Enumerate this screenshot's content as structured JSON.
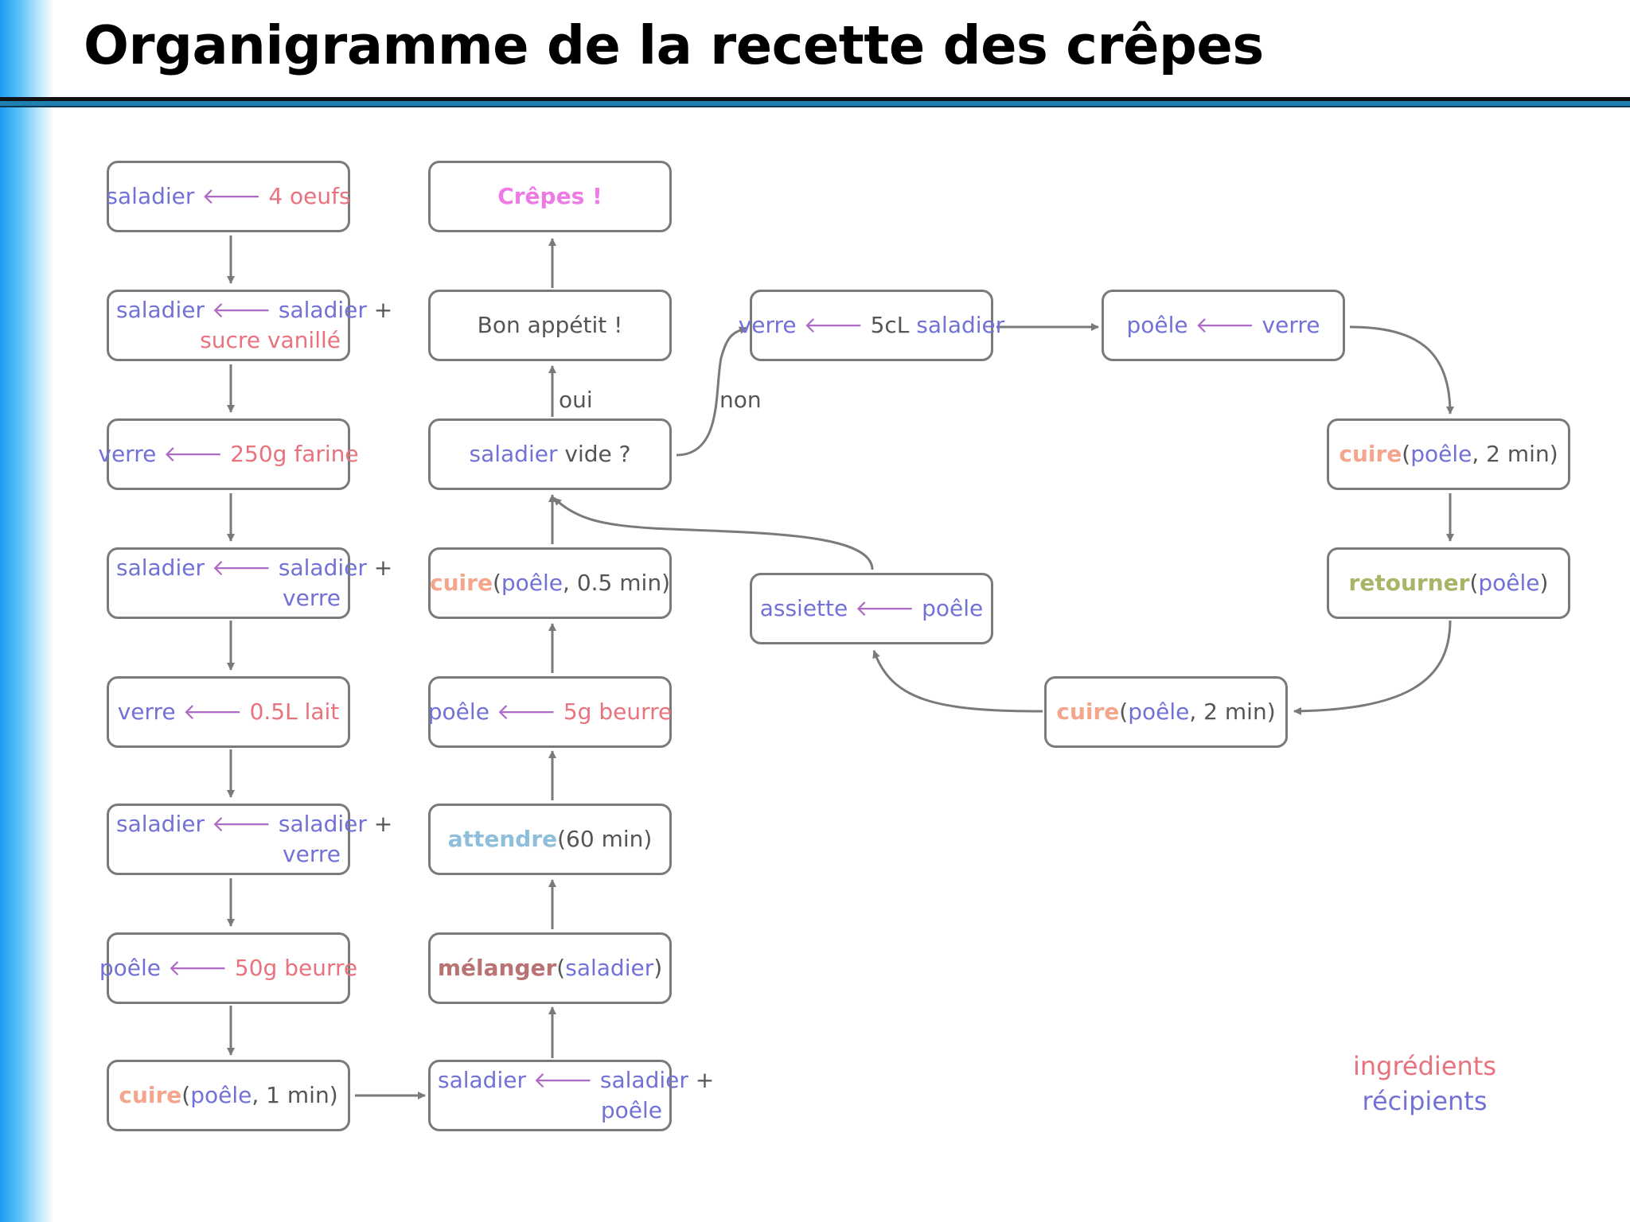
{
  "title": "Organigramme de la recette des crêpes",
  "colors": {
    "recipient": "#7171d6",
    "ingredient": "#e8727d",
    "arrow_glyph": "#b06bc7",
    "cuire": "#f4a58c",
    "retourner": "#a7b566",
    "attendre": "#8fbedc",
    "melanger": "#b87274",
    "crepes": "#ee7ae6",
    "connector": "#7a7a7a"
  },
  "arrow_glyph": "🡐",
  "nodes": {
    "n1": {
      "a": "saladier",
      "b": "4 oeufs"
    },
    "n2": {
      "a": "saladier",
      "b": "saladier",
      "plus": "+",
      "c": "sucre vanillé"
    },
    "n3": {
      "a": "verre",
      "b": "250g farine"
    },
    "n4": {
      "a": "saladier",
      "b": "saladier",
      "plus": "+",
      "c": "verre"
    },
    "n5": {
      "a": "verre",
      "b": "0.5L lait"
    },
    "n6": {
      "a": "saladier",
      "b": "saladier",
      "plus": "+",
      "c": "verre"
    },
    "n7": {
      "a": "poêle",
      "b": "50g beurre"
    },
    "n8": {
      "fn": "cuire",
      "open": "(",
      "a": "poêle",
      "rest": ", 1 min)"
    },
    "m1": {
      "a": "saladier",
      "b": "saladier",
      "plus": "+",
      "c": "poêle"
    },
    "m2": {
      "fn": "mélanger",
      "open": "(",
      "a": "saladier",
      "close": ")"
    },
    "m3": {
      "fn": "attendre",
      "rest": "(60 min)"
    },
    "m4": {
      "a": "poêle",
      "b": "5g beurre"
    },
    "m5": {
      "fn": "cuire",
      "open": "(",
      "a": "poêle",
      "rest": ", 0.5 min)"
    },
    "m6": {
      "a": "saladier",
      "rest": " vide ?"
    },
    "m7": {
      "text": "Bon appétit !"
    },
    "m8": {
      "text": "Crêpes !"
    },
    "l1": {
      "a": "verre",
      "b": "5cL",
      "c": "saladier"
    },
    "l2": {
      "a": "poêle",
      "b": "verre"
    },
    "l3": {
      "fn": "cuire",
      "open": "(",
      "a": "poêle",
      "rest": ", 2 min)"
    },
    "l4": {
      "fn": "retourner",
      "open": "(",
      "a": "poêle",
      "close": ")"
    },
    "l5": {
      "fn": "cuire",
      "open": "(",
      "a": "poêle",
      "rest": ", 2 min)"
    },
    "l6": {
      "a": "assiette",
      "b": "poêle"
    }
  },
  "edge_labels": {
    "yes": "oui",
    "no": "non"
  },
  "legend": {
    "ingredients": "ingrédients",
    "recipients": "récipients"
  }
}
